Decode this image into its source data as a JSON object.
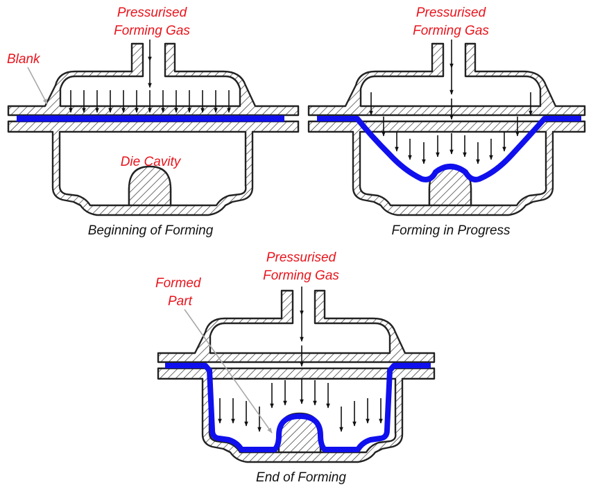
{
  "colors": {
    "gas_label": "#e8141c",
    "blank": "#1010ee",
    "leader": "#a8a8a8",
    "outline": "#222222"
  },
  "panels": {
    "beginning": {
      "gas_label_line1": "Pressurised",
      "gas_label_line2": "Forming Gas",
      "blank_label": "Blank",
      "die_label": "Die Cavity",
      "caption": "Beginning of  Forming"
    },
    "progress": {
      "gas_label_line1": "Pressurised",
      "gas_label_line2": "Forming Gas",
      "caption": "Forming in Progress"
    },
    "end": {
      "gas_label_line1": "Pressurised",
      "gas_label_line2": "Forming Gas",
      "part_label_line1": "Formed",
      "part_label_line2": "Part",
      "caption": "End of Forming"
    }
  }
}
